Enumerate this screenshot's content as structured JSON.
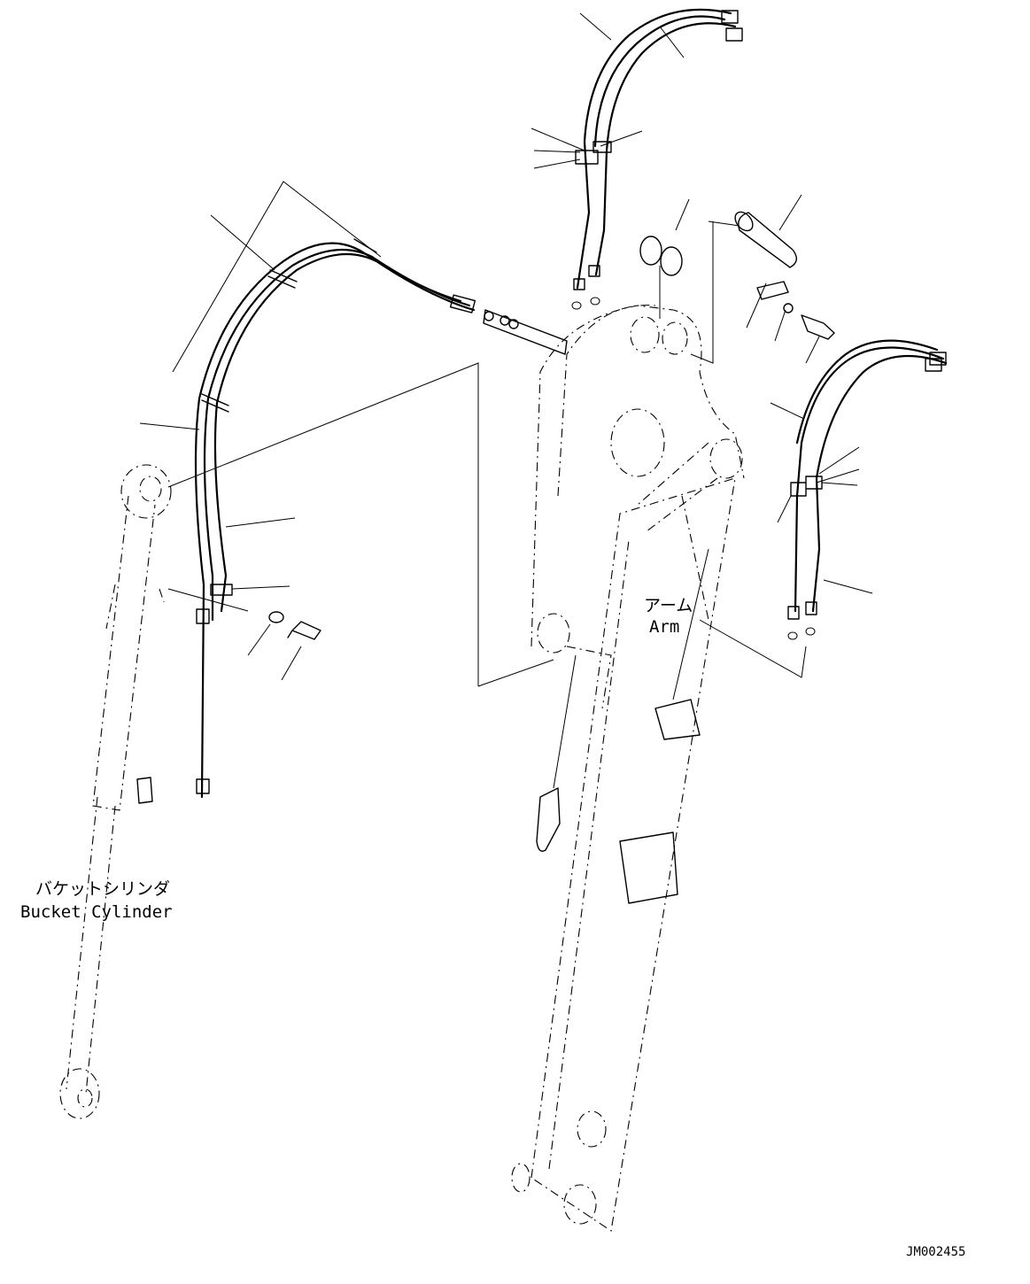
{
  "labels": {
    "bucket_cylinder_jp": "バケットシリンダ",
    "bucket_cylinder_en": "Bucket Cylinder",
    "arm_jp": "アーム",
    "arm_en": "Arm",
    "drawing_code": "JM002455"
  }
}
